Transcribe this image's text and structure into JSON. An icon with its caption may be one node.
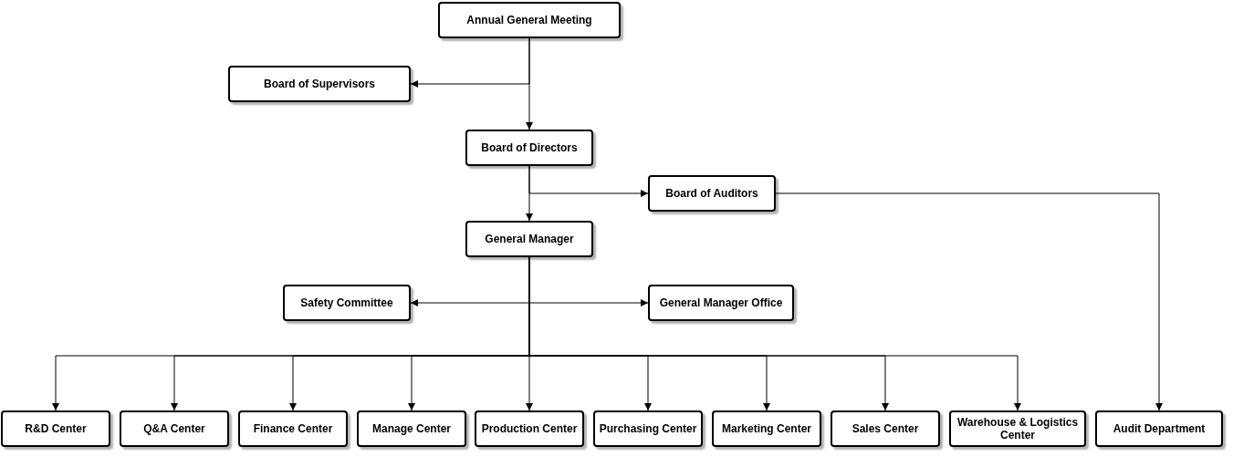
{
  "diagram": {
    "nodes": [
      {
        "text": [
          "Annual General Meeting"
        ]
      },
      {
        "text": [
          "Board of Supervisors"
        ]
      },
      {
        "text": [
          "Board of Directors"
        ]
      },
      {
        "text": [
          "Board of Auditors"
        ]
      },
      {
        "text": [
          "General Manager"
        ]
      },
      {
        "text": [
          "Safety Committee"
        ]
      },
      {
        "text": [
          "General Manager Office"
        ]
      },
      {
        "text": [
          "R&D Center"
        ]
      },
      {
        "text": [
          "Q&A Center"
        ]
      },
      {
        "text": [
          "Finance Center"
        ]
      },
      {
        "text": [
          "Manage Center"
        ]
      },
      {
        "text": [
          "Production Center"
        ]
      },
      {
        "text": [
          "Purchasing Center"
        ]
      },
      {
        "text": [
          "Marketing Center"
        ]
      },
      {
        "text": [
          "Sales Center"
        ]
      },
      {
        "text": [
          "Warehouse & Logistics Center"
        ]
      },
      {
        "text": [
          "Audit Department"
        ]
      }
    ],
    "edges": [
      {
        "from": 0,
        "to": 1,
        "arrow": "to"
      },
      {
        "from": 0,
        "to": 2,
        "arrow": "to"
      },
      {
        "from": 2,
        "to": 3,
        "arrow": "to"
      },
      {
        "from": 2,
        "to": 4,
        "arrow": "to"
      },
      {
        "from": 4,
        "to": 5,
        "arrow": "to"
      },
      {
        "from": 4,
        "to": 6,
        "arrow": "to"
      },
      {
        "from": 4,
        "to": 7,
        "arrow": "to"
      },
      {
        "from": 4,
        "to": 8,
        "arrow": "to"
      },
      {
        "from": 4,
        "to": 9,
        "arrow": "to"
      },
      {
        "from": 4,
        "to": 10,
        "arrow": "to"
      },
      {
        "from": 4,
        "to": 11,
        "arrow": "to"
      },
      {
        "from": 4,
        "to": 12,
        "arrow": "to"
      },
      {
        "from": 4,
        "to": 13,
        "arrow": "to"
      },
      {
        "from": 4,
        "to": 14,
        "arrow": "to"
      },
      {
        "from": 4,
        "to": 15,
        "arrow": "to"
      },
      {
        "from": 3,
        "to": 16,
        "arrow": "to"
      }
    ]
  }
}
